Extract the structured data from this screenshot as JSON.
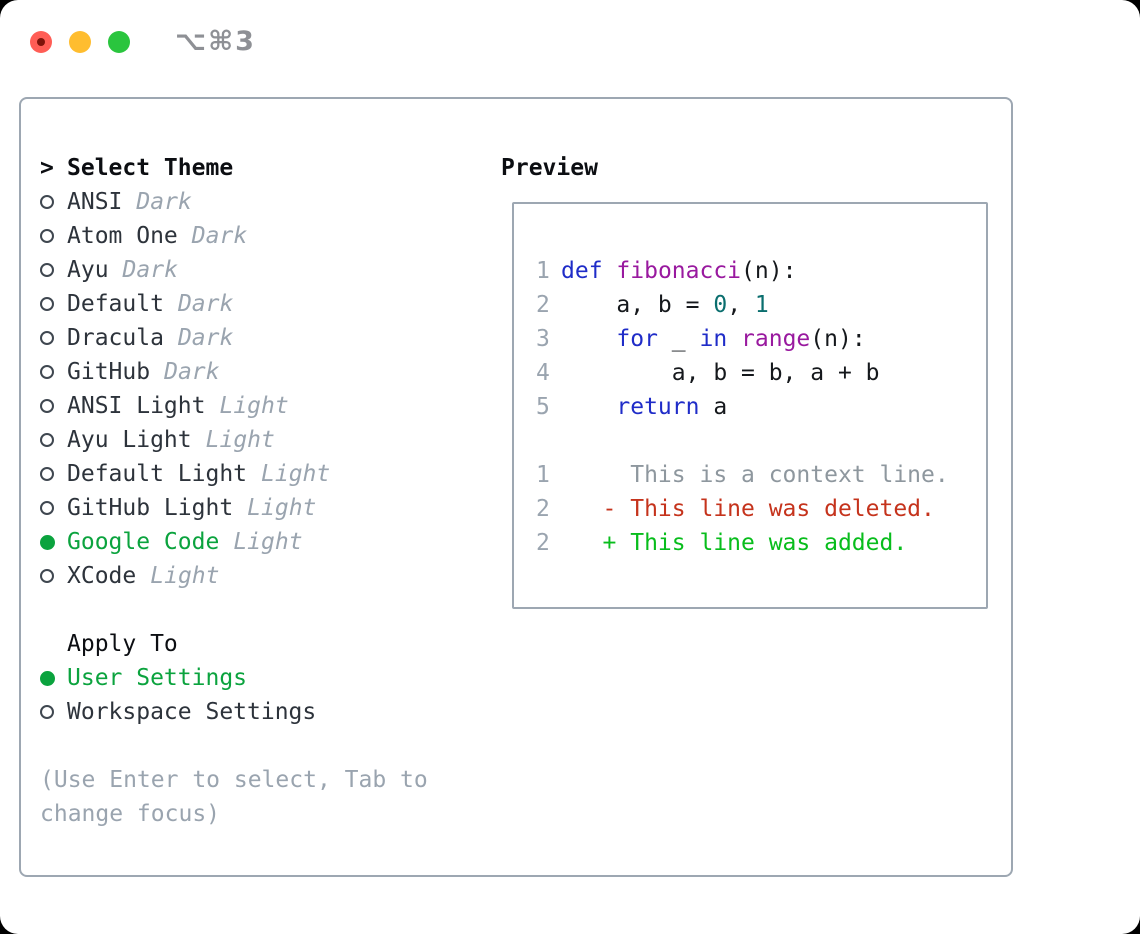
{
  "window": {
    "shortcut": "⌥⌘3"
  },
  "colors": {
    "accent_green": "#0ba33e",
    "added_green": "#08bd1c",
    "deleted_red": "#c5331c",
    "keyword_blue": "#1f2cc8",
    "function_purple": "#99199f",
    "number_teal": "#0a6e6e",
    "muted_gray": "#9aa4af",
    "border_gray": "#9da7b2",
    "traffic_red": "#ff5d55",
    "traffic_yellow": "#ffbd2f",
    "traffic_green": "#2ac53e"
  },
  "theme_picker": {
    "cursor": ">",
    "title": "Select Theme",
    "themes": [
      {
        "name": "ANSI",
        "variant": "Dark",
        "selected": false
      },
      {
        "name": "Atom One",
        "variant": "Dark",
        "selected": false
      },
      {
        "name": "Ayu",
        "variant": "Dark",
        "selected": false
      },
      {
        "name": "Default",
        "variant": "Dark",
        "selected": false
      },
      {
        "name": "Dracula",
        "variant": "Dark",
        "selected": false
      },
      {
        "name": "GitHub",
        "variant": "Dark",
        "selected": false
      },
      {
        "name": "ANSI Light",
        "variant": "Light",
        "selected": false
      },
      {
        "name": "Ayu Light",
        "variant": "Light",
        "selected": false
      },
      {
        "name": "Default Light",
        "variant": "Light",
        "selected": false
      },
      {
        "name": "GitHub Light",
        "variant": "Light",
        "selected": false
      },
      {
        "name": "Google Code",
        "variant": "Light",
        "selected": true
      },
      {
        "name": "XCode",
        "variant": "Light",
        "selected": false
      }
    ],
    "apply_to": {
      "title": "Apply To",
      "options": [
        {
          "name": "User Settings",
          "selected": true
        },
        {
          "name": "Workspace Settings",
          "selected": false
        }
      ]
    },
    "hint": "(Use Enter to select, Tab to change focus)"
  },
  "preview": {
    "title": "Preview",
    "lines": [
      {
        "no": "1",
        "tokens": [
          [
            "kwd",
            "def"
          ],
          [
            "plain",
            " "
          ],
          [
            "fn",
            "fibonacci"
          ],
          [
            "plain",
            "(n):"
          ]
        ]
      },
      {
        "no": "2",
        "tokens": [
          [
            "plain",
            "    a, b = "
          ],
          [
            "num",
            "0"
          ],
          [
            "plain",
            ", "
          ],
          [
            "num",
            "1"
          ]
        ]
      },
      {
        "no": "3",
        "tokens": [
          [
            "plain",
            "    "
          ],
          [
            "kwd",
            "for"
          ],
          [
            "plain",
            " _ "
          ],
          [
            "kwd",
            "in"
          ],
          [
            "plain",
            " "
          ],
          [
            "fn",
            "range"
          ],
          [
            "plain",
            "(n):"
          ]
        ]
      },
      {
        "no": "4",
        "tokens": [
          [
            "plain",
            "        a, b = b, a + b"
          ]
        ]
      },
      {
        "no": "5",
        "tokens": [
          [
            "plain",
            "    "
          ],
          [
            "kwd",
            "return"
          ],
          [
            "plain",
            " a"
          ]
        ]
      },
      {
        "no": "",
        "tokens": []
      },
      {
        "no": "1",
        "tokens": [
          [
            "ctx",
            "     This is a context line."
          ]
        ]
      },
      {
        "no": "2",
        "tokens": [
          [
            "del",
            "   - This line was deleted."
          ]
        ]
      },
      {
        "no": "2",
        "tokens": [
          [
            "add",
            "   + This line was added."
          ]
        ]
      }
    ]
  }
}
